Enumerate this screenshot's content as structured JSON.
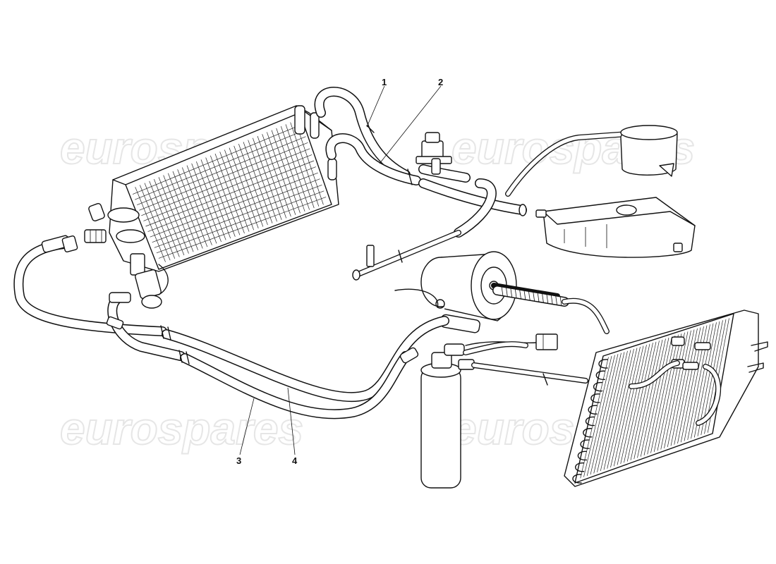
{
  "watermark": {
    "text": "eurospares"
  },
  "callouts": [
    {
      "id": "1",
      "label": "1"
    },
    {
      "id": "2",
      "label": "2"
    },
    {
      "id": "3",
      "label": "3"
    },
    {
      "id": "4",
      "label": "4"
    }
  ],
  "colors": {
    "line": "#111111",
    "watermark": "#e6e6e6",
    "background": "#ffffff"
  }
}
